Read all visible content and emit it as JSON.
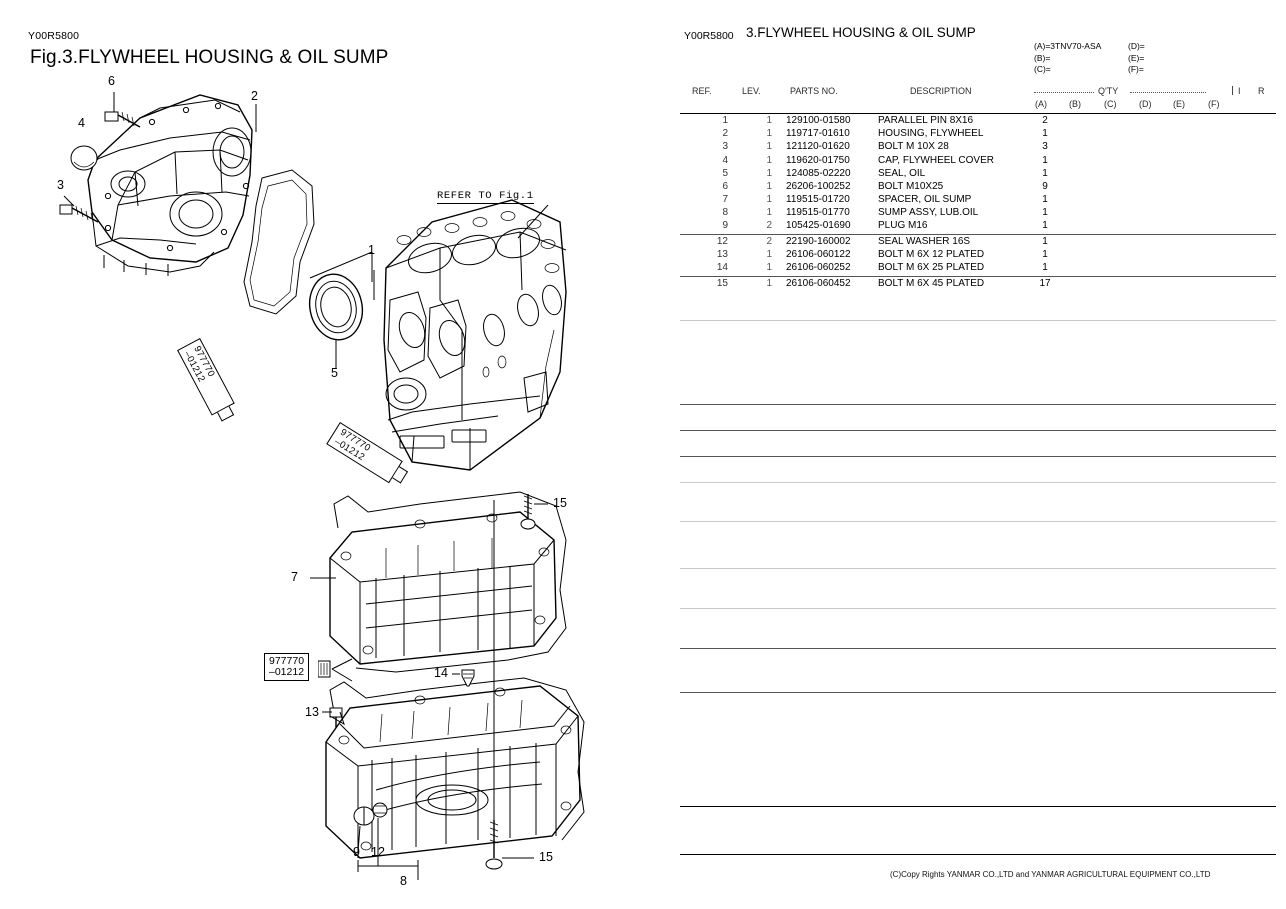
{
  "document": {
    "code": "Y00R5800",
    "figure_title": "Fig.3.FLYWHEEL HOUSING & OIL SUMP",
    "table_title": "3.FLYWHEEL HOUSING & OIL SUMP",
    "footer": "(C)Copy Rights  YANMAR CO.,LTD and YANMAR AGRICULTURAL EQUIPMENT CO.,LTD"
  },
  "model_legend": [
    {
      "left": "(A)=3TNV70-ASA",
      "right": "(D)="
    },
    {
      "left": "(B)=",
      "right": "(E)="
    },
    {
      "left": "(C)=",
      "right": "(F)="
    }
  ],
  "table": {
    "headers": {
      "ref": "REF.",
      "lev": "LEV.",
      "parts_no": "PARTS NO.",
      "description": "DESCRIPTION",
      "qty": "Q'TY",
      "i": "I",
      "r": "R"
    },
    "qty_columns": [
      "(A)",
      "(B)",
      "(C)",
      "(D)",
      "(E)",
      "(F)"
    ],
    "rows": [
      {
        "ref": "1",
        "lev": "1",
        "parts_no": "129100-01580",
        "description": "PARALLEL PIN 8X16",
        "qty_a": "2"
      },
      {
        "ref": "2",
        "lev": "1",
        "parts_no": "119717-01610",
        "description": "HOUSING, FLYWHEEL",
        "qty_a": "1"
      },
      {
        "ref": "3",
        "lev": "1",
        "parts_no": "121120-01620",
        "description": "BOLT M 10X 28",
        "qty_a": "3"
      },
      {
        "ref": "4",
        "lev": "1",
        "parts_no": "119620-01750",
        "description": "CAP, FLYWHEEL COVER",
        "qty_a": "1"
      },
      {
        "ref": "5",
        "lev": "1",
        "parts_no": "124085-02220",
        "description": "SEAL, OIL",
        "qty_a": "1"
      },
      {
        "ref": "6",
        "lev": "1",
        "parts_no": "26206-100252",
        "description": "BOLT M10X25",
        "qty_a": "9"
      },
      {
        "ref": "7",
        "lev": "1",
        "parts_no": "119515-01720",
        "description": "SPACER, OIL SUMP",
        "qty_a": "1"
      },
      {
        "ref": "8",
        "lev": "1",
        "parts_no": "119515-01770",
        "description": "SUMP ASSY, LUB.OIL",
        "qty_a": "1"
      },
      {
        "ref": "9",
        "lev": "2",
        "parts_no": "105425-01690",
        "description": "PLUG M16",
        "qty_a": "1"
      },
      {
        "ref": "12",
        "lev": "2",
        "parts_no": "22190-160002",
        "description": "SEAL WASHER 16S",
        "qty_a": "1"
      },
      {
        "ref": "13",
        "lev": "1",
        "parts_no": "26106-060122",
        "description": "BOLT M 6X 12 PLATED",
        "qty_a": "1"
      },
      {
        "ref": "14",
        "lev": "1",
        "parts_no": "26106-060252",
        "description": "BOLT M 6X 25 PLATED",
        "qty_a": "1"
      },
      {
        "ref": "15",
        "lev": "1",
        "parts_no": "26106-060452",
        "description": "BOLT M 6X 45 PLATED",
        "qty_a": "17"
      }
    ]
  },
  "diagram": {
    "reference_note": "REFER TO Fig.1",
    "sealant_label": {
      "line1": "977770",
      "line2": "–01212"
    },
    "callouts": [
      {
        "id": "c6",
        "label": "6"
      },
      {
        "id": "c4",
        "label": "4"
      },
      {
        "id": "c3",
        "label": "3"
      },
      {
        "id": "c2",
        "label": "2"
      },
      {
        "id": "c1",
        "label": "1"
      },
      {
        "id": "c5",
        "label": "5"
      },
      {
        "id": "c7",
        "label": "7"
      },
      {
        "id": "c15a",
        "label": "15"
      },
      {
        "id": "c13",
        "label": "13"
      },
      {
        "id": "c14",
        "label": "14"
      },
      {
        "id": "c9",
        "label": "9"
      },
      {
        "id": "c12",
        "label": "12"
      },
      {
        "id": "c8",
        "label": "8"
      },
      {
        "id": "c15b",
        "label": "15"
      }
    ]
  }
}
